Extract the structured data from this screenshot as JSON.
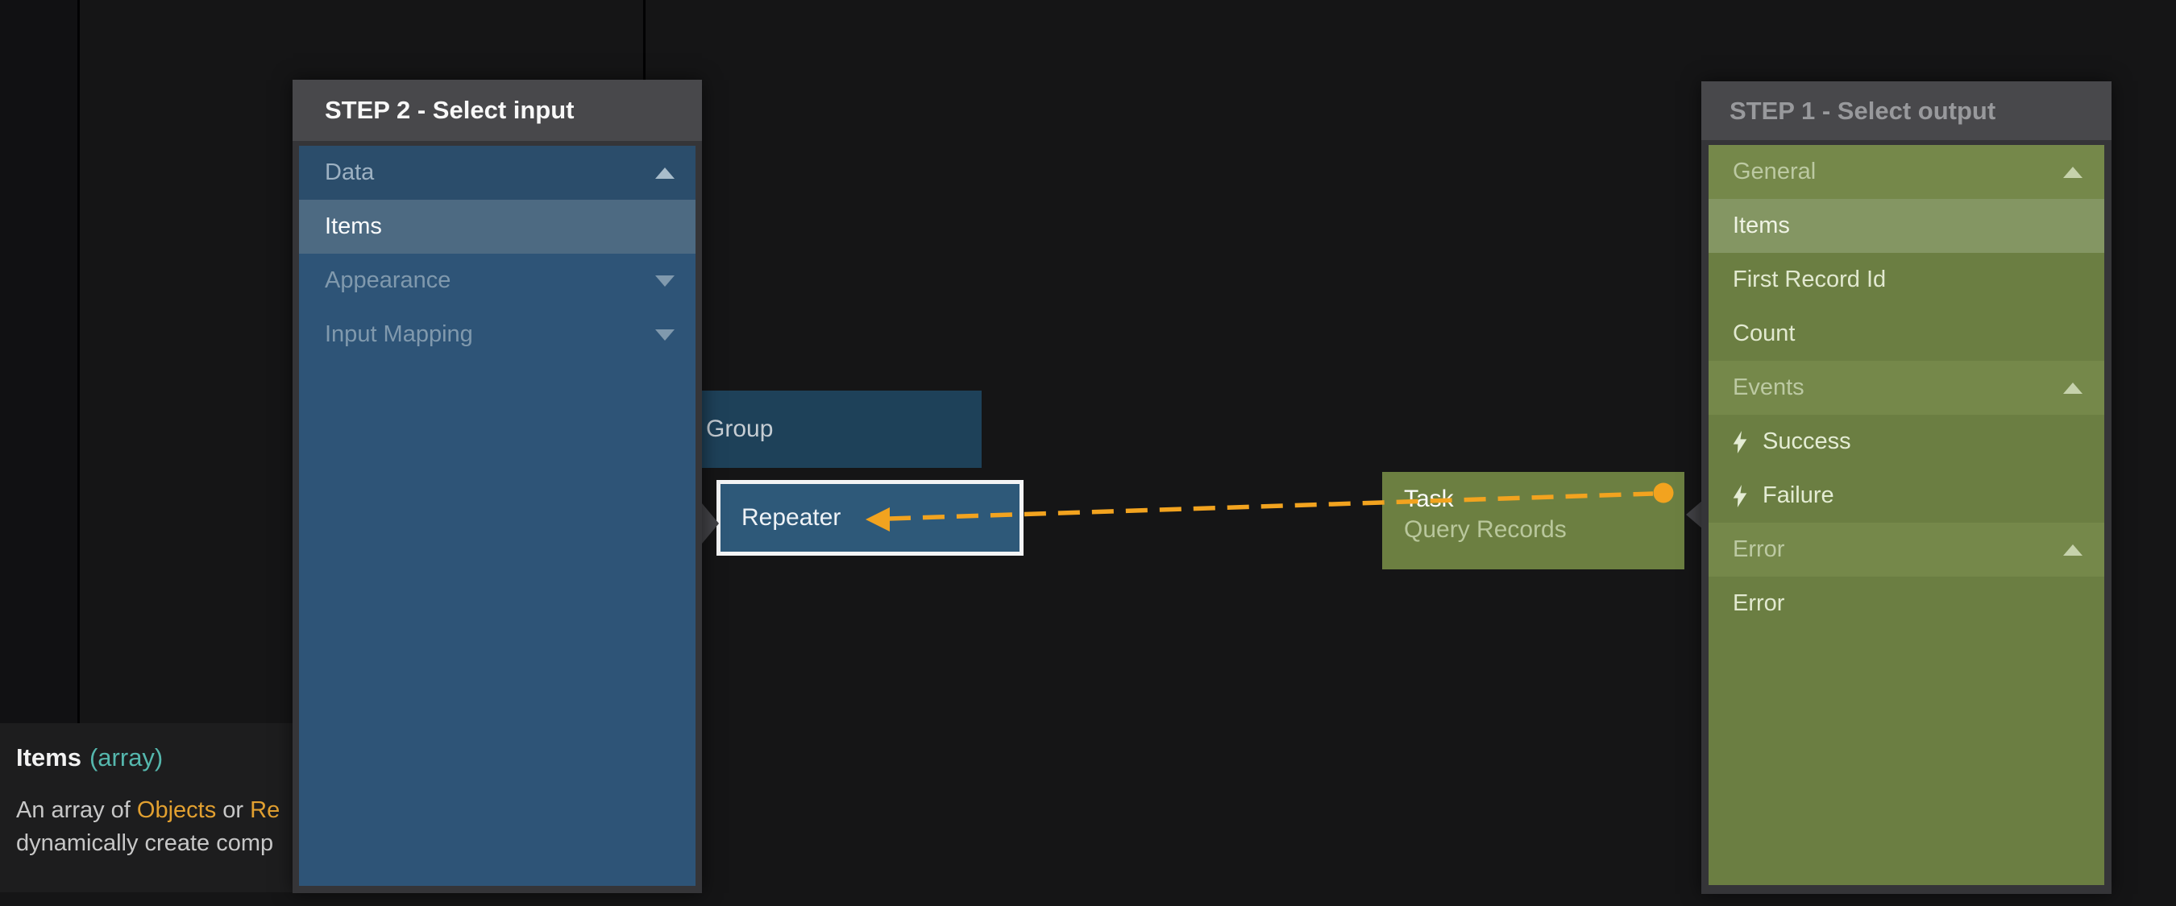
{
  "panels": {
    "input": {
      "title": "STEP 2 - Select input",
      "rows": [
        {
          "label": "Data",
          "kind": "section",
          "state": "expanded"
        },
        {
          "label": "Items",
          "kind": "item",
          "state": "selected"
        },
        {
          "label": "Appearance",
          "kind": "section",
          "state": "collapsed"
        },
        {
          "label": "Input Mapping",
          "kind": "section",
          "state": "collapsed"
        }
      ]
    },
    "output": {
      "title": "STEP 1 - Select output",
      "rows": [
        {
          "label": "General",
          "kind": "section",
          "state": "expanded"
        },
        {
          "label": "Items",
          "kind": "item",
          "state": "selected"
        },
        {
          "label": "First Record Id",
          "kind": "item",
          "state": "normal"
        },
        {
          "label": "Count",
          "kind": "item",
          "state": "normal"
        },
        {
          "label": "Events",
          "kind": "section",
          "state": "expanded"
        },
        {
          "label": "Success",
          "kind": "event",
          "state": "normal"
        },
        {
          "label": "Failure",
          "kind": "event",
          "state": "normal"
        },
        {
          "label": "Error",
          "kind": "section",
          "state": "expanded"
        },
        {
          "label": "Error",
          "kind": "item",
          "state": "normal"
        }
      ]
    }
  },
  "nodes": {
    "group": {
      "label": "Group"
    },
    "repeater": {
      "label": "Repeater"
    },
    "task": {
      "title": "Task",
      "subtitle": "Query Records"
    }
  },
  "connection": {
    "from": "Task output Items",
    "to": "Repeater input Items",
    "style": "dashed"
  },
  "tooltip": {
    "name": "Items",
    "type": "(array)",
    "desc_line1": [
      {
        "t": "An array of ",
        "c": "text"
      },
      {
        "t": "Objects",
        "c": "link"
      },
      {
        "t": " or ",
        "c": "text"
      },
      {
        "t": "Re",
        "c": "link"
      }
    ],
    "desc_line2": "dynamically create comp"
  },
  "icons": {
    "expanded": "caret-up-icon",
    "collapsed": "caret-down-icon",
    "event": "lightning-bolt-icon"
  },
  "colors": {
    "accent_orange": "#f2a31f",
    "type_teal": "#55b7ad",
    "link_orange": "#e2a030",
    "input_panel_blue": "#2e5477",
    "input_selection_blue": "#4d6a82",
    "output_panel_olive": "#6b7e42",
    "output_selection_olive": "#849663",
    "node_repeater_blue": "#2e5979",
    "node_group_blue": "#1e4159",
    "node_task_olive": "#6c7f41",
    "panel_header_gray": "#48484b"
  }
}
